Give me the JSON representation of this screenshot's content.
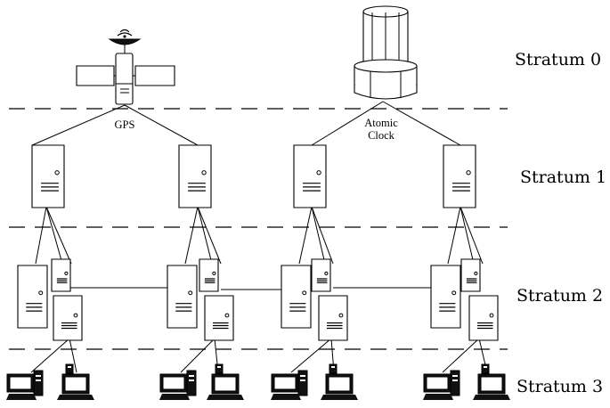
{
  "sources": {
    "gps_label": "GPS",
    "atomic_clock_line1": "Atomic",
    "atomic_clock_line2": "Clock"
  },
  "strata": {
    "s0": "Stratum 0",
    "s1": "Stratum 1",
    "s2": "Stratum 2",
    "s3": "Stratum 3"
  },
  "colors": {
    "stroke": "#000000",
    "fill": "#ffffff"
  }
}
